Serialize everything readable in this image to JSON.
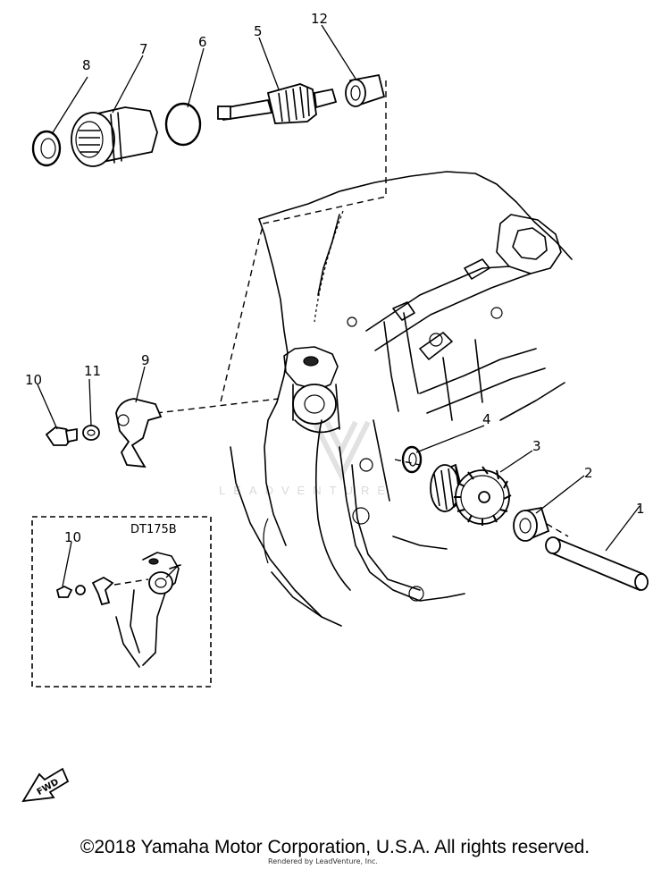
{
  "diagram": {
    "callouts": [
      {
        "id": "c1",
        "text": "1"
      },
      {
        "id": "c2",
        "text": "2"
      },
      {
        "id": "c3",
        "text": "3"
      },
      {
        "id": "c4",
        "text": "4"
      },
      {
        "id": "c5",
        "text": "5"
      },
      {
        "id": "c6",
        "text": "6"
      },
      {
        "id": "c7",
        "text": "7"
      },
      {
        "id": "c8",
        "text": "8"
      },
      {
        "id": "c9",
        "text": "9"
      },
      {
        "id": "c10",
        "text": "10"
      },
      {
        "id": "c11",
        "text": "11"
      },
      {
        "id": "c12",
        "text": "12"
      },
      {
        "id": "c10b",
        "text": "10"
      }
    ],
    "inset_label": "DT175B",
    "fwd_label": "FWD",
    "watermark": "LEADVENTURE",
    "fine_print": "Rendered by LeadVenture, Inc."
  },
  "footer": {
    "copyright": "©2018 Yamaha Motor Corporation, U.S.A. All rights reserved."
  }
}
